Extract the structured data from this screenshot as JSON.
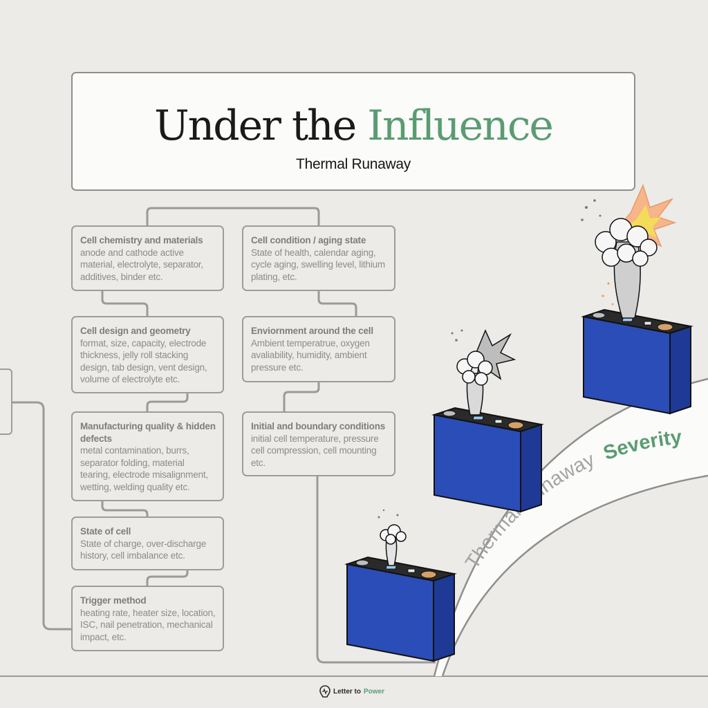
{
  "header": {
    "title_main": "Under the",
    "title_accent": "Influence",
    "subtitle": "Thermal Runaway"
  },
  "cards": [
    {
      "title": "Cell chemistry and materials",
      "body": "anode and cathode active material, electrolyte, separator, additives, binder etc."
    },
    {
      "title": "Cell design and geometry",
      "body": "format, size, capacity, electrode thickness, jelly roll stacking design, tab design, vent design, volume of electrolyte etc."
    },
    {
      "title": "Manufacturing quality & hidden defects",
      "body": "metal contamination, burrs, separator folding, material tearing, electrode misalignment, wetting, welding quality etc."
    },
    {
      "title": "State of cell",
      "body": "State of charge, over-discharge history, cell imbalance etc."
    },
    {
      "title": "Trigger method",
      "body": "heating rate, heater size, location, ISC, nail penetration, mechanical impact, etc."
    },
    {
      "title": "Cell condition / aging state",
      "body": "State of health, calendar aging, cycle aging, swelling level, lithium plating, etc."
    },
    {
      "title": "Enviornment around the cell",
      "body": "Ambient temperatrue, oxygen avaliability, humidity, ambient pressure etc."
    },
    {
      "title": "Initial and boundary conditions",
      "body": "initial cell temperature, pressure cell compression, cell mounting etc."
    }
  ],
  "curve_label": {
    "text": "Thermal Runaway",
    "accent": "Severity"
  },
  "footer": {
    "brand": "Letter to",
    "brand_accent": "Power"
  },
  "colors": {
    "accent_green": "#5a9c72",
    "battery_blue": "#2b4db8",
    "background": "#ecebe8"
  },
  "icons": [
    "battery-icon",
    "smoke-plume-icon",
    "explosion-burst-icon",
    "logo-icon"
  ]
}
